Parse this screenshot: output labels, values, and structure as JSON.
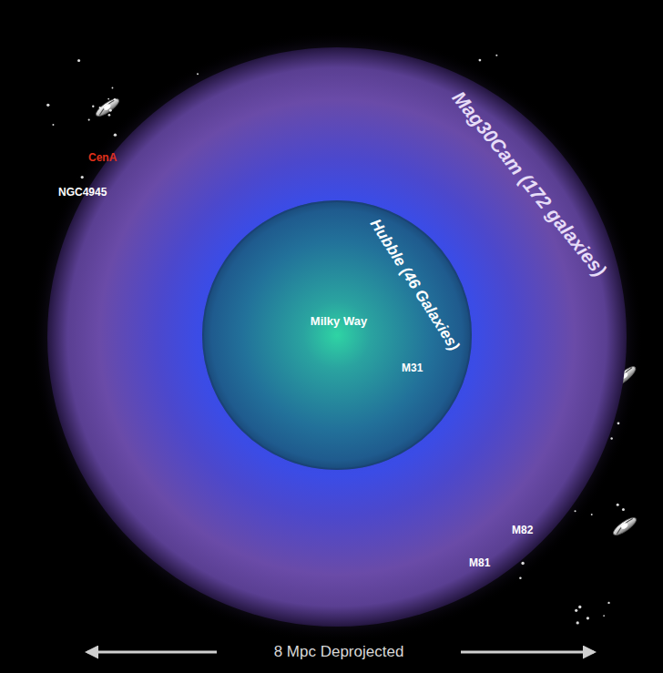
{
  "diagram": {
    "nodes": [
      {
        "text": [
          "Mag30Cam (172 galaxies)"
        ]
      },
      {
        "text": [
          "Hubble (46 Galaxies)"
        ],
        "in": 0
      }
    ],
    "labels": [
      "Milky Way",
      "M31",
      "CenA",
      "NGC4945",
      "M82",
      "M81",
      "8 Mpc Deprojected"
    ]
  }
}
